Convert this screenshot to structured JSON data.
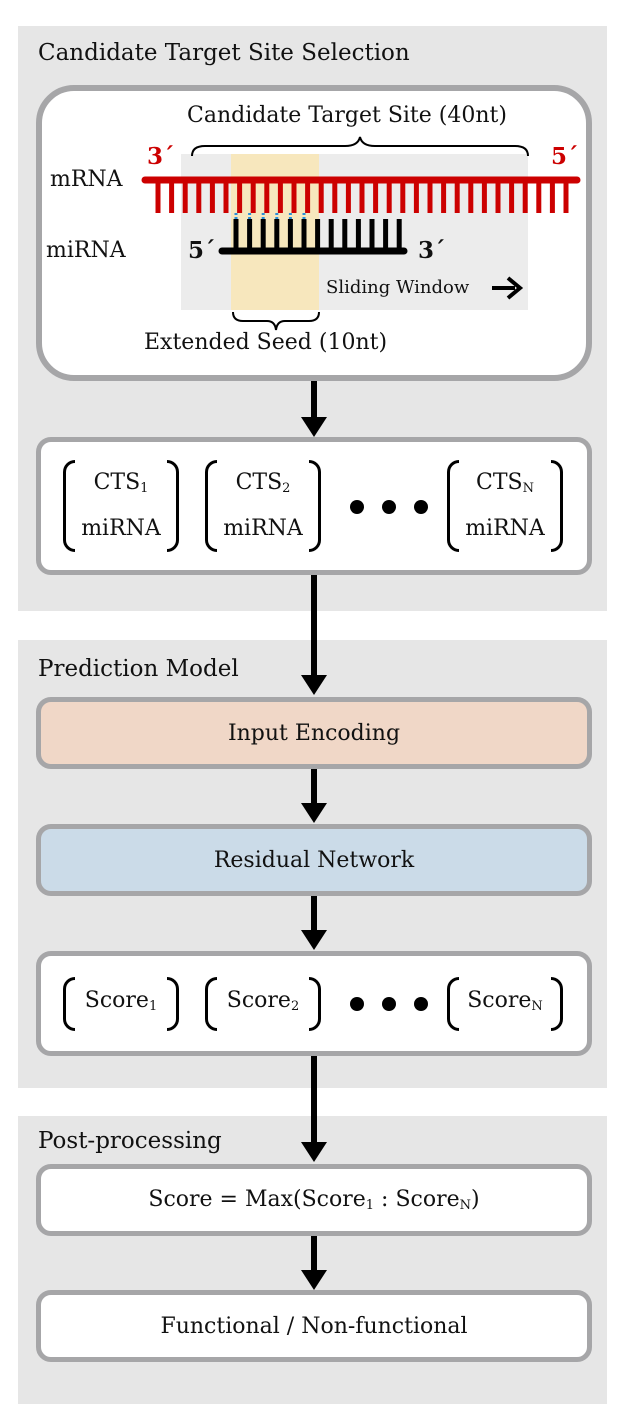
{
  "panels": {
    "cts_selection": {
      "title": "Candidate Target Site Selection",
      "candidate_label": "Candidate Target Site (40nt)",
      "mrna_label": "mRNA",
      "mirna_label": "miRNA",
      "mrna_left_end": "3´",
      "mrna_right_end": "5´",
      "mirna_left_end": "5´",
      "mirna_right_end": "3´",
      "sliding_window": "Sliding Window",
      "extended_seed": "Extended Seed (10nt)",
      "pairs": [
        {
          "top": "CTS",
          "sub": "1",
          "bottom": "miRNA"
        },
        {
          "top": "CTS",
          "sub": "2",
          "bottom": "miRNA"
        },
        {
          "top": "CTS",
          "sub": "N",
          "bottom": "miRNA"
        }
      ]
    },
    "prediction_model": {
      "title": "Prediction Model",
      "input_encoding": "Input Encoding",
      "residual_network": "Residual Network",
      "scores": [
        {
          "text": "Score",
          "sub": "1"
        },
        {
          "text": "Score",
          "sub": "2"
        },
        {
          "text": "Score",
          "sub": "N"
        }
      ]
    },
    "post_processing": {
      "title": "Post-processing",
      "max_prefix": "Score = Max(Score",
      "max_sub1": "1",
      "max_mid": " : Score",
      "max_subN": "N",
      "max_suffix": ")",
      "result": "Functional / Non-functional"
    }
  },
  "colors": {
    "mrna": "#cc0000",
    "mirna": "#000000",
    "seed_highlight": "#f7e7bd",
    "window": "#ececec",
    "input_encoding": "#f0d7c7",
    "residual_network": "#cbdbe8",
    "panel": "#e6e6e6",
    "box_border": "#a6a6a8"
  }
}
